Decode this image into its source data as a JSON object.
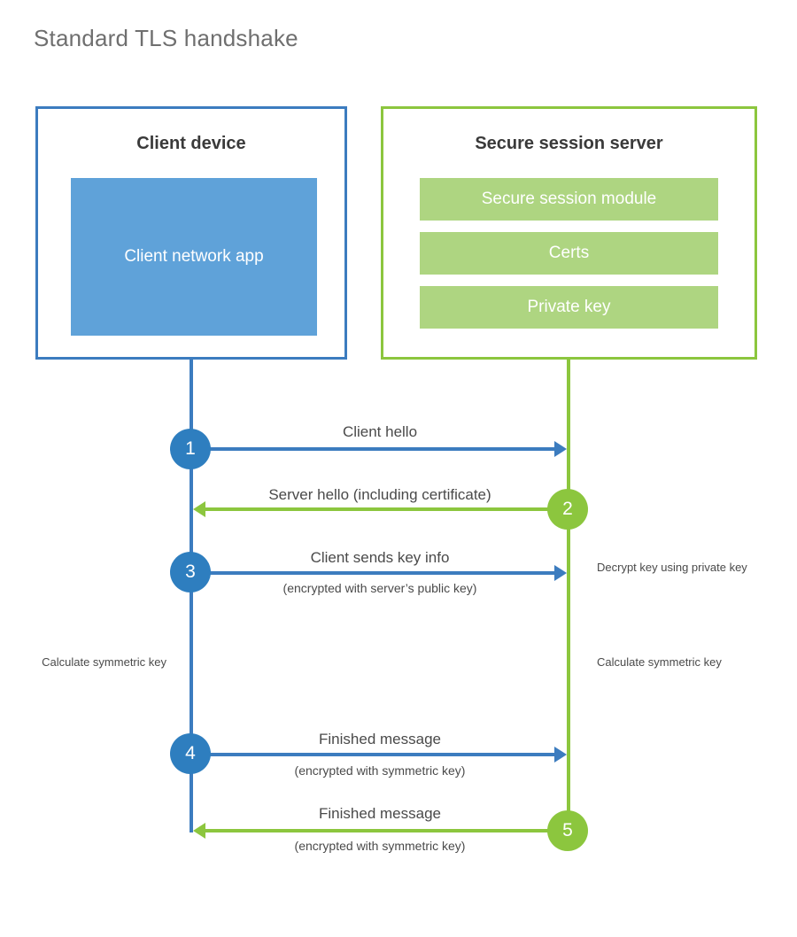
{
  "diagram": {
    "title": "Standard TLS handshake",
    "colors": {
      "client_blue": "#3C7CBF",
      "client_circle_blue": "#2E7EBF",
      "client_app_fill": "#5FA2D9",
      "server_green": "#8CC63E",
      "server_bar_fill": "#AED581",
      "title_gray": "#6F6F6F",
      "text_gray": "#4A4A4A"
    }
  },
  "parties": {
    "client": {
      "title": "Client device",
      "app_label": "Client network app"
    },
    "server": {
      "title": "Secure session server",
      "components": [
        {
          "label": "Secure session module"
        },
        {
          "label": "Certs"
        },
        {
          "label": "Private key"
        }
      ]
    }
  },
  "steps": [
    {
      "number": "1",
      "direction": "client-to-server",
      "main_label": "Client hello",
      "sub_label": ""
    },
    {
      "number": "2",
      "direction": "server-to-client",
      "main_label": "Server hello (including certificate)",
      "sub_label": ""
    },
    {
      "number": "3",
      "direction": "client-to-server",
      "main_label": "Client sends key info",
      "sub_label": "(encrypted with server’s public key)"
    },
    {
      "number": "4",
      "direction": "client-to-server",
      "main_label": "Finished message",
      "sub_label": "(encrypted with symmetric key)"
    },
    {
      "number": "5",
      "direction": "server-to-client",
      "main_label": "Finished message",
      "sub_label": "(encrypted with symmetric key)"
    }
  ],
  "annotations": {
    "server_decrypt": "Decrypt key using private key",
    "client_calculate": "Calculate symmetric key",
    "server_calculate": "Calculate symmetric key"
  }
}
